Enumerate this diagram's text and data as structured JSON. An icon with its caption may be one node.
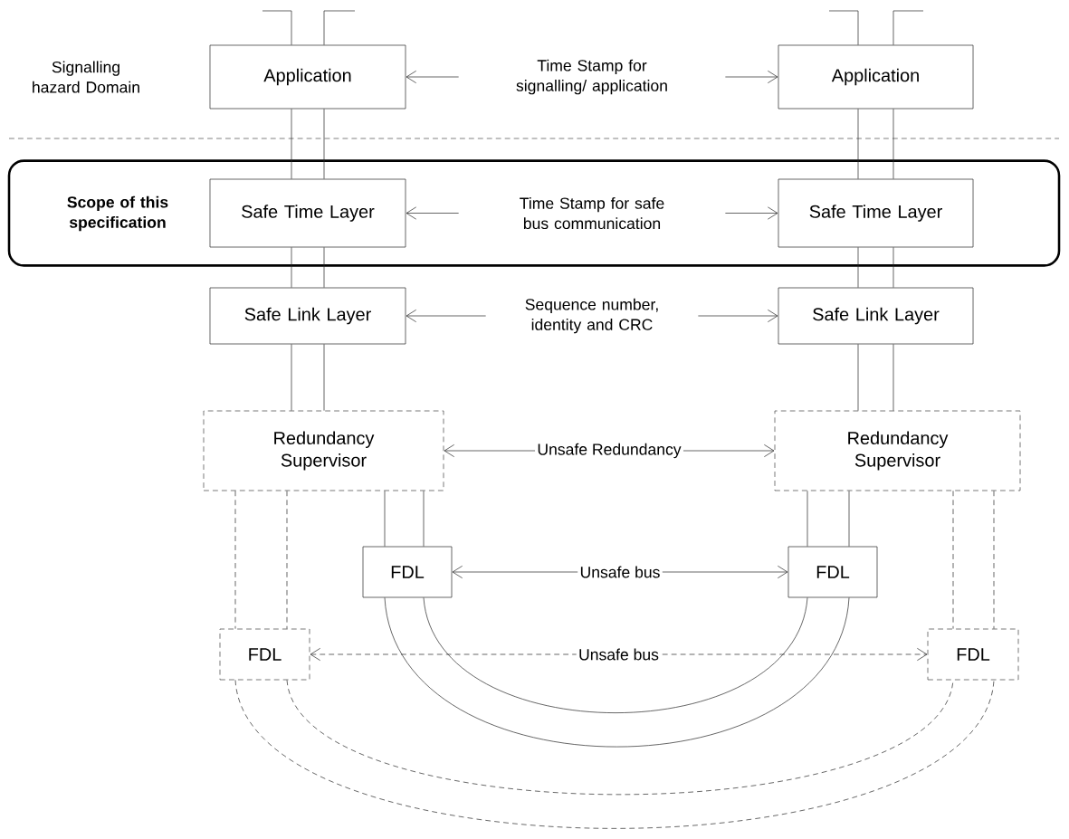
{
  "diagram": {
    "nodes": [
      {
        "text": [
          "Application"
        ]
      },
      {
        "text": [
          "Application"
        ]
      },
      {
        "text": [
          "Scope of this specification"
        ]
      },
      {
        "text": [
          "Safe Time Layer"
        ],
        "in": 2
      },
      {
        "text": [
          "Safe Time Layer"
        ],
        "in": 2
      },
      {
        "text": [
          "Safe Link Layer"
        ]
      },
      {
        "text": [
          "Safe Link Layer"
        ]
      },
      {
        "text": [
          "Redundancy Supervisor"
        ]
      },
      {
        "text": [
          "Redundancy Supervisor"
        ]
      },
      {
        "text": [
          "FDL"
        ]
      },
      {
        "text": [
          "FDL"
        ]
      },
      {
        "text": [
          "FDL"
        ]
      },
      {
        "text": [
          "FDL"
        ]
      }
    ],
    "edges": [
      {
        "from": 0,
        "to": 1,
        "arrow": "both",
        "label": "Time Stamp for signalling/ application"
      },
      {
        "from": 3,
        "to": 4,
        "arrow": "both",
        "label": "Time Stamp for safe bus communication"
      },
      {
        "from": 5,
        "to": 6,
        "arrow": "both",
        "label": "Sequence number, identity and CRC"
      },
      {
        "from": 7,
        "to": 8,
        "arrow": "both",
        "label": "Unsafe Redundancy"
      },
      {
        "from": 9,
        "to": 10,
        "arrow": "both",
        "label": "Unsafe bus"
      },
      {
        "from": 11,
        "to": 12,
        "arrow": "both",
        "label": "Unsafe bus",
        "style": "dashed"
      },
      {
        "from": null,
        "to": 0,
        "arrow": "none"
      },
      {
        "from": null,
        "to": 0,
        "arrow": "none"
      },
      {
        "from": null,
        "to": 1,
        "arrow": "none"
      },
      {
        "from": null,
        "to": 1,
        "arrow": "none"
      },
      {
        "from": 0,
        "to": 3,
        "arrow": "none"
      },
      {
        "from": 0,
        "to": 3,
        "arrow": "none"
      },
      {
        "from": 1,
        "to": 4,
        "arrow": "none"
      },
      {
        "from": 1,
        "to": 4,
        "arrow": "none"
      },
      {
        "from": 3,
        "to": 5,
        "arrow": "none"
      },
      {
        "from": 3,
        "to": 5,
        "arrow": "none"
      },
      {
        "from": 4,
        "to": 6,
        "arrow": "none"
      },
      {
        "from": 4,
        "to": 6,
        "arrow": "none"
      },
      {
        "from": 5,
        "to": 7,
        "arrow": "none"
      },
      {
        "from": 5,
        "to": 7,
        "arrow": "none"
      },
      {
        "from": 6,
        "to": 8,
        "arrow": "none"
      },
      {
        "from": 6,
        "to": 8,
        "arrow": "none"
      },
      {
        "from": 7,
        "to": 9,
        "arrow": "none"
      },
      {
        "from": 7,
        "to": 9,
        "arrow": "none"
      },
      {
        "from": 8,
        "to": 10,
        "arrow": "none"
      },
      {
        "from": 8,
        "to": 10,
        "arrow": "none"
      },
      {
        "from": 7,
        "to": 11,
        "arrow": "none",
        "style": "dashed"
      },
      {
        "from": 7,
        "to": 11,
        "arrow": "none",
        "style": "dashed"
      },
      {
        "from": 8,
        "to": 12,
        "arrow": "none",
        "style": "dashed"
      },
      {
        "from": 8,
        "to": 12,
        "arrow": "none",
        "style": "dashed"
      },
      {
        "from": 9,
        "to": 10,
        "arrow": "none"
      },
      {
        "from": 9,
        "to": 10,
        "arrow": "none"
      },
      {
        "from": 11,
        "to": 12,
        "arrow": "none",
        "style": "dashed"
      },
      {
        "from": 11,
        "to": 12,
        "arrow": "none",
        "style": "dashed"
      }
    ],
    "labels": [
      "Signalling hazard Domain"
    ]
  }
}
